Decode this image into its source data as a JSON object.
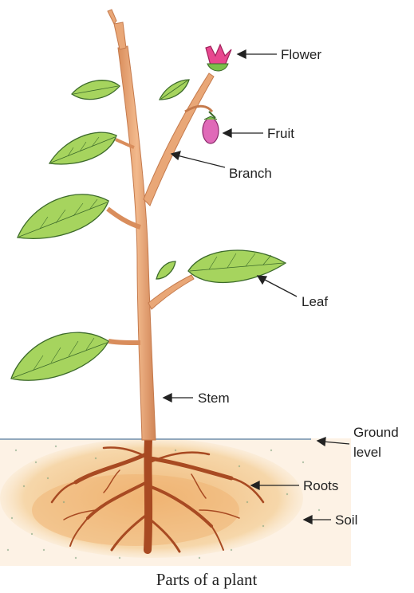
{
  "caption": "Parts of a plant",
  "labels": {
    "flower": "Flower",
    "fruit": "Fruit",
    "branch": "Branch",
    "leaf": "Leaf",
    "stem": "Stem",
    "ground_line1": "Ground",
    "ground_line2": "level",
    "roots": "Roots",
    "soil": "Soil"
  },
  "colors": {
    "stem": "#e9a777",
    "leaf": "#a6d45e",
    "flower": "#e8478f",
    "root": "#a84a22",
    "soil": "#f2c58c",
    "ground_line": "#6e8fb0"
  }
}
